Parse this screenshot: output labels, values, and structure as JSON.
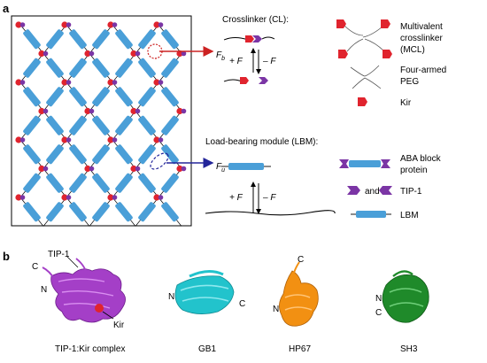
{
  "panel_a": {
    "label": "a",
    "crosslinker": {
      "title": "Crosslinker (CL):",
      "force_bound": "F",
      "force_bound_sub": "b",
      "plus_f": "+ F",
      "minus_f": "– F"
    },
    "lbm": {
      "title": "Load-bearing module (LBM):",
      "force_unfold": "F",
      "force_unfold_sub": "u",
      "plus_f": "+ F",
      "minus_f": "– F"
    },
    "legend": {
      "mcl": "Multivalent crosslinker (MCL)",
      "mcl_line1": "Multivalent",
      "mcl_line2": "crosslinker",
      "mcl_line3": "(MCL)",
      "peg_line1": "Four-armed",
      "peg_line2": "PEG",
      "kir": "Kir",
      "aba_line1": "ABA block",
      "aba_line2": "protein",
      "and": "and",
      "tip1": "TIP-1",
      "lbm": "LBM"
    },
    "colors": {
      "module": "#4a9fd8",
      "kir": "#e0242e",
      "tip1": "#7b35a5",
      "arrow_red": "#cc2222",
      "arrow_blue": "#23259a"
    }
  },
  "panel_b": {
    "label": "b",
    "structures": [
      {
        "name": "TIP-1:Kir complex",
        "color": "#a43fc7",
        "labels": {
          "c": "C",
          "n": "N",
          "tip": "TIP-1",
          "kir": "Kir"
        }
      },
      {
        "name": "GB1",
        "color": "#22c3cc",
        "labels": {
          "n": "N",
          "c": "C"
        }
      },
      {
        "name": "HP67",
        "color": "#f29012",
        "labels": {
          "c": "C",
          "n": "N"
        }
      },
      {
        "name": "SH3",
        "color": "#1f8a2a",
        "labels": {
          "n": "N",
          "c": "C"
        }
      }
    ]
  }
}
